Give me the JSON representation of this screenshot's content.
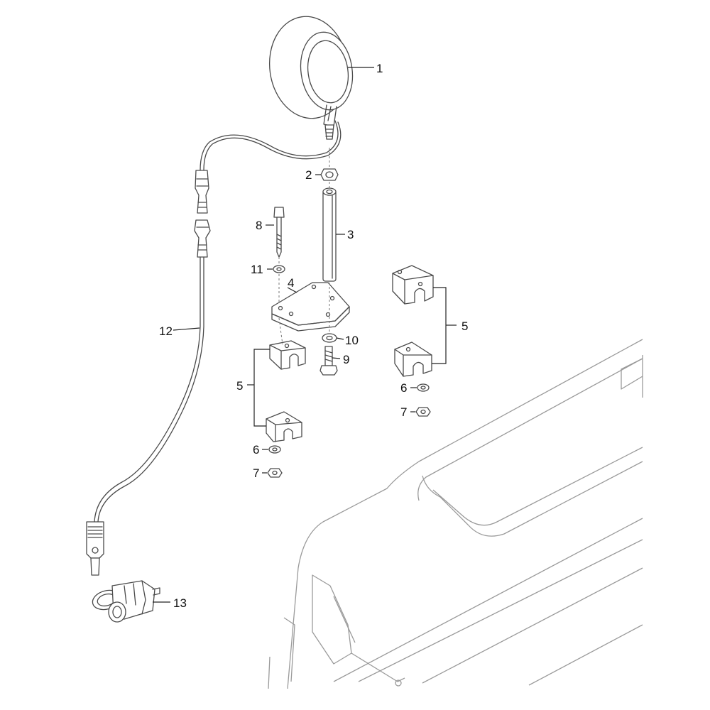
{
  "callouts": {
    "c1": "1",
    "c2": "2",
    "c3": "3",
    "c4": "4",
    "c5_left": "5",
    "c5_right": "5",
    "c6_left": "6",
    "c6_right": "6",
    "c7_left": "7",
    "c7_right": "7",
    "c8": "8",
    "c9": "9",
    "c10": "10",
    "c11": "11",
    "c12": "12",
    "c13": "13"
  }
}
